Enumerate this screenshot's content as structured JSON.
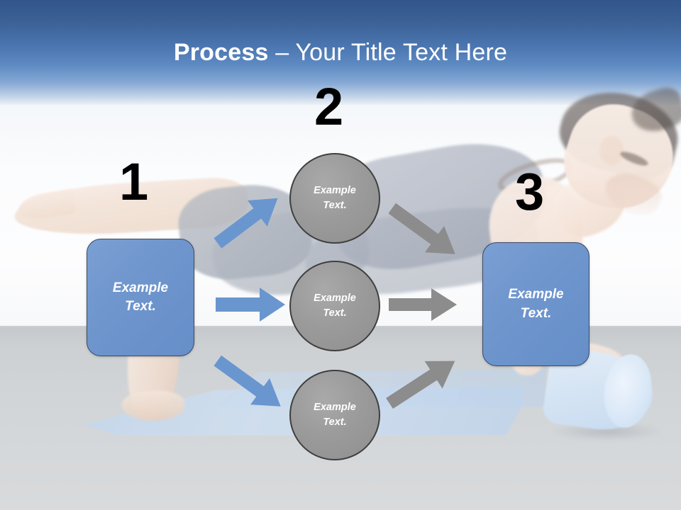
{
  "slide": {
    "title_bold": "Process",
    "title_separator": " – ",
    "title_rest": "Your Title Text Here",
    "title_full": "Process – Your Title Text Here",
    "background": {
      "sky_top_color": "#32568c",
      "sky_bottom_color": "#f4f7fa",
      "floor_color": "#d4d7da",
      "photo_description": "faded photo of a woman in a plank pose on a blue yoga mat with a light blue foam roller"
    }
  },
  "steps": [
    {
      "number": "1",
      "label": "Example\nText.",
      "label_line1": "Example",
      "label_line2": "Text.",
      "shape": "rounded-rectangle",
      "color": "#6f96cd"
    },
    {
      "number": "2",
      "label": "Example\nText.",
      "label_line1": "Example",
      "label_line2": "Text.",
      "shape": "circle",
      "color": "#9b9b9b"
    },
    {
      "number": "3",
      "label": "Example\nText.",
      "label_line1": "Example",
      "label_line2": "Text.",
      "shape": "rounded-rectangle",
      "color": "#6f96cd"
    }
  ],
  "nodes": {
    "left_box": {
      "line1": "Example",
      "line2": "Text."
    },
    "circle_top": {
      "line1": "Example",
      "line2": "Text."
    },
    "circle_middle": {
      "line1": "Example",
      "line2": "Text."
    },
    "circle_bottom": {
      "line1": "Example",
      "line2": "Text."
    },
    "right_box": {
      "line1": "Example",
      "line2": "Text."
    }
  },
  "arrows": {
    "blue_color": "#6a96cf",
    "gray_color": "#8c8c8c",
    "blue": [
      {
        "name": "left-box-to-top-circle",
        "direction": "up-right"
      },
      {
        "name": "left-box-to-middle-circle",
        "direction": "right"
      },
      {
        "name": "left-box-to-bottom-circle",
        "direction": "down-right"
      }
    ],
    "gray": [
      {
        "name": "top-circle-to-right-box",
        "direction": "down-right"
      },
      {
        "name": "middle-circle-to-right-box",
        "direction": "right"
      },
      {
        "name": "bottom-circle-to-right-box",
        "direction": "up-right"
      }
    ]
  },
  "colors": {
    "accent_blue": "#6f96cd",
    "box_border": "#3c4a63",
    "circle_gray": "#9b9b9b",
    "circle_border": "#3f3f3f",
    "title_text": "#ffffff",
    "number_text": "#000000"
  }
}
